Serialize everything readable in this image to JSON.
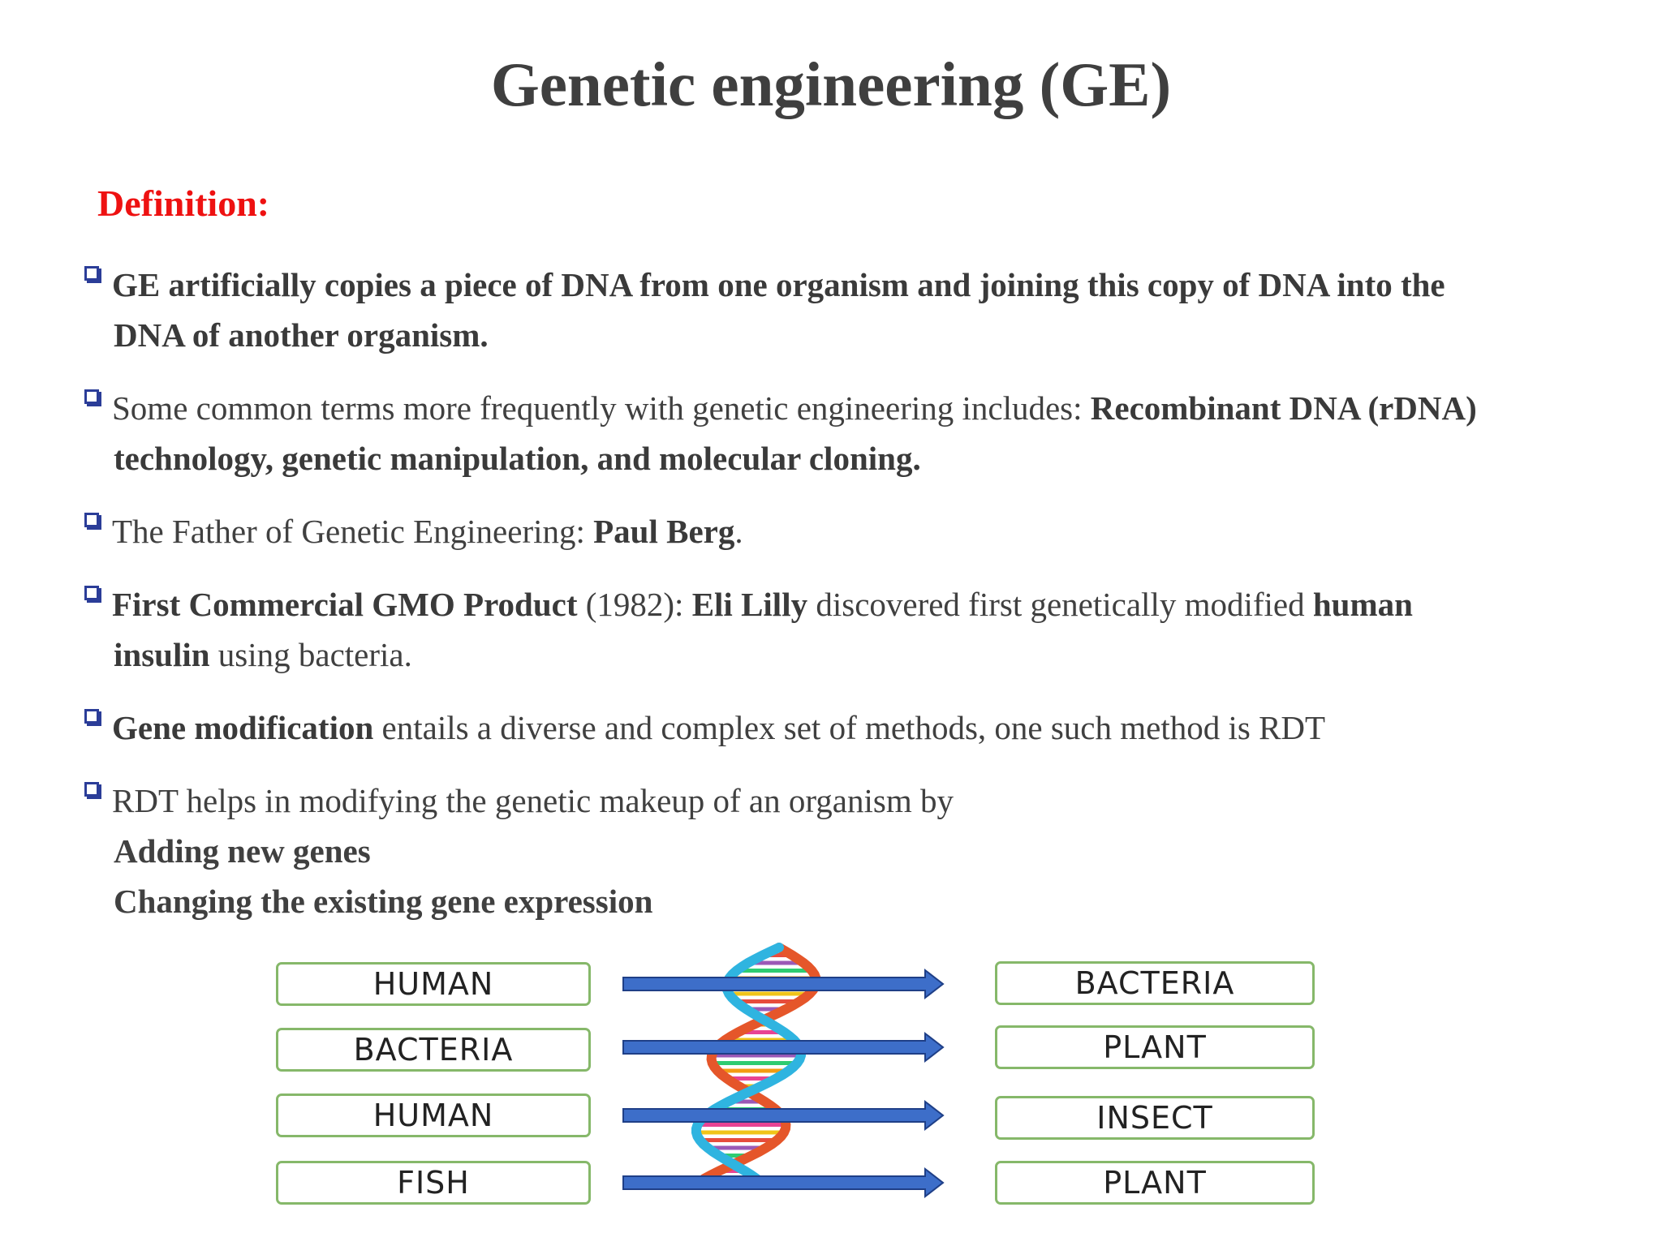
{
  "title": "Genetic engineering (GE)",
  "definition_label": "Definition:",
  "bullets": [
    {
      "a": "GE artificially copies a piece of DNA from one organism and joining this copy of DNA into the",
      "b": "DNA of another organism."
    },
    {
      "a": "Some common terms more frequently with genetic engineering includes: ",
      "a_bold": "Recombinant DNA (rDNA)",
      "b": "technology, genetic manipulation, and molecular cloning."
    },
    {
      "a": "The Father of Genetic Engineering: ",
      "a_bold": "Paul Berg",
      "a_end": "."
    },
    {
      "a_bold1": "First Commercial GMO Product",
      "a_mid1": " (1982): ",
      "a_bold2": "Eli Lilly",
      "a_mid2": " discovered first genetically modified ",
      "a_bold3": "human",
      "b_bold": "insulin",
      "b": " using bacteria."
    },
    {
      "a_bold": "Gene modification",
      "a": " entails a diverse and complex set of methods, one such method is RDT"
    },
    {
      "a": "RDT helps in modifying the genetic makeup of an organism by",
      "sub1": "Adding new genes",
      "sub2": "Changing the existing gene expression"
    }
  ],
  "diagram": {
    "sources": [
      "HUMAN",
      "BACTERIA",
      "HUMAN",
      "FISH"
    ],
    "targets": [
      "BACTERIA",
      "PLANT",
      "INSECT",
      "PLANT"
    ],
    "colors": {
      "box_border": "#86b86a",
      "arrow_fill": "#3d6ec9",
      "arrow_stroke": "#1f3f87",
      "helix_orange": "#e5562a",
      "helix_cyan": "#2fb4e0"
    }
  }
}
